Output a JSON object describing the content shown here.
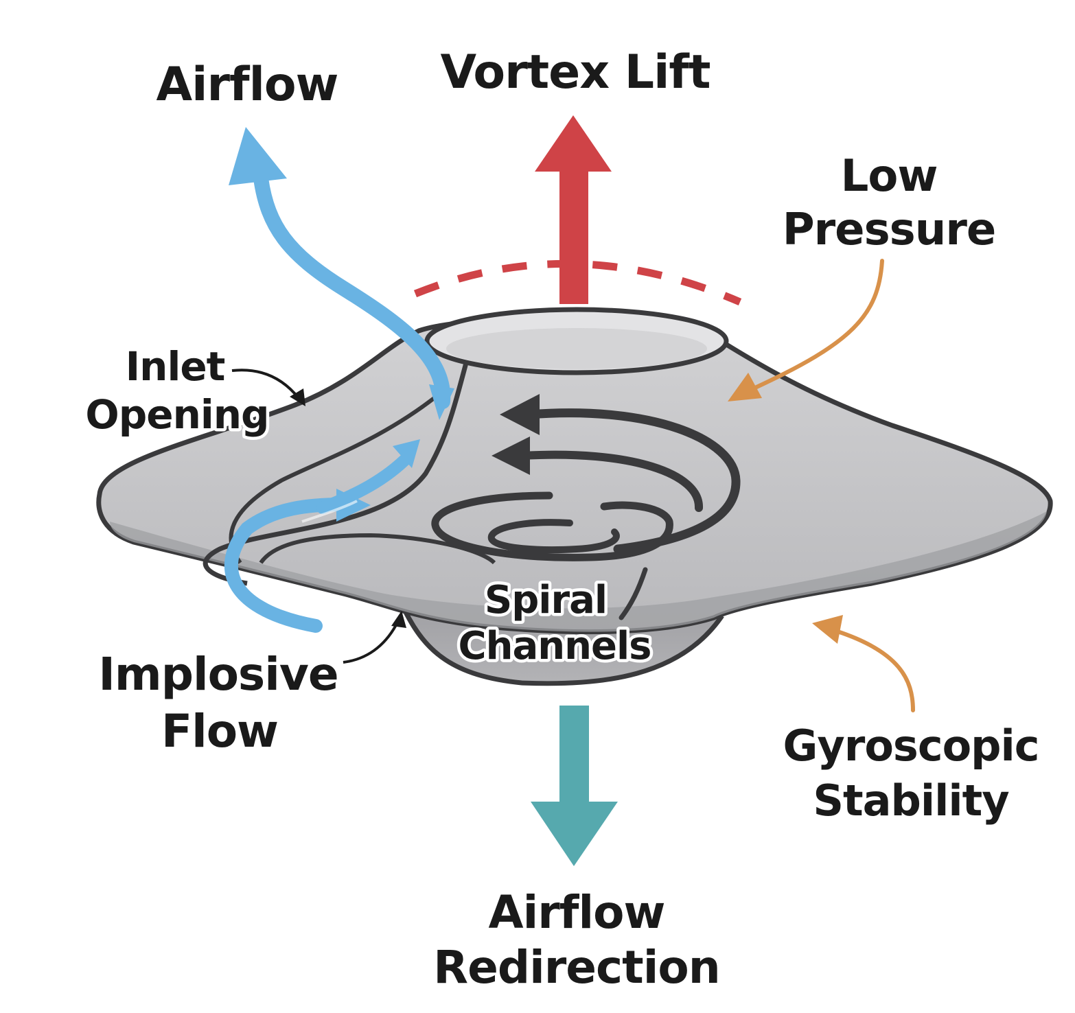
{
  "colors": {
    "background": "#ffffff",
    "body_light": "#cbcbcd",
    "body_dark": "#a7a7aa",
    "outline": "#3a3a3c",
    "airflow_blue": "#69b3e3",
    "lift_red": "#cf4347",
    "pressure_orange": "#d8914a",
    "redirection_teal": "#56a9ae",
    "spiral": "#3a3a3c",
    "text": "#1a1a1a"
  },
  "labels": {
    "airflow_top": "Airflow",
    "vortex_lift": "Vortex Lift",
    "low_pressure": [
      "Low",
      "Pressure"
    ],
    "inlet_opening": [
      "Inlet",
      "Opening"
    ],
    "spiral_channels": [
      "Spiral",
      "Channels"
    ],
    "implosive_flow": [
      "Implosive",
      "Flow"
    ],
    "gyroscopic_stability": [
      "Gyroscopic",
      "Stability"
    ],
    "airflow_redirection": [
      "Airflow",
      "Redirection"
    ]
  }
}
